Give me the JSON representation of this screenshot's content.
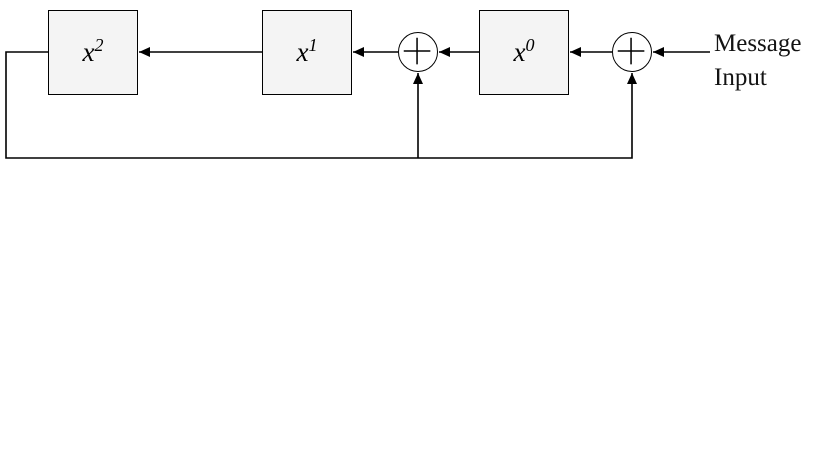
{
  "diagram": {
    "type": "shift-register-block-diagram",
    "registers": [
      {
        "base": "x",
        "exponent": "2"
      },
      {
        "base": "x",
        "exponent": "1"
      },
      {
        "base": "x",
        "exponent": "0"
      }
    ],
    "adders": [
      {
        "icon": "plus-in-circle"
      },
      {
        "icon": "plus-in-circle"
      }
    ],
    "input_label": {
      "line1": "Message",
      "line2": "Input"
    },
    "colors": {
      "register_fill": "#f4f4f4",
      "stroke": "#000000",
      "text": "#131313",
      "background": "#ffffff"
    }
  }
}
